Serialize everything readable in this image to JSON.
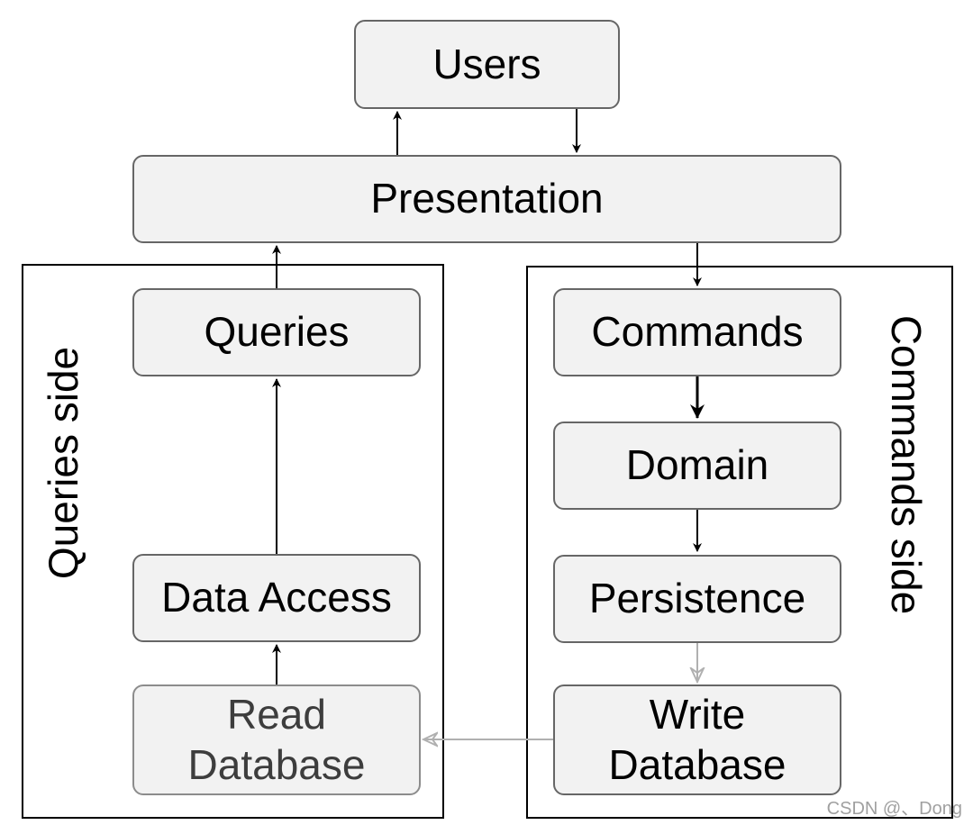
{
  "nodes": {
    "users": "Users",
    "presentation": "Presentation",
    "queries": "Queries",
    "data_access": "Data Access",
    "read_database": [
      "Read",
      "Database"
    ],
    "commands": "Commands",
    "domain": "Domain",
    "persistence": "Persistence",
    "write_database": [
      "Write",
      "Database"
    ]
  },
  "groups": {
    "queries_side": "Queries side",
    "commands_side": "Commands side"
  },
  "edges": [
    {
      "from": "presentation",
      "to": "users"
    },
    {
      "from": "users",
      "to": "presentation"
    },
    {
      "from": "queries",
      "to": "presentation"
    },
    {
      "from": "presentation",
      "to": "commands"
    },
    {
      "from": "data_access",
      "to": "queries"
    },
    {
      "from": "read_database",
      "to": "data_access"
    },
    {
      "from": "commands",
      "to": "domain"
    },
    {
      "from": "domain",
      "to": "persistence"
    },
    {
      "from": "persistence",
      "to": "write_database",
      "style": "faded"
    },
    {
      "from": "write_database",
      "to": "read_database",
      "style": "faded"
    }
  ],
  "colors": {
    "box_fill": "#f2f2f2",
    "box_border": "#666666",
    "arrow": "#000000",
    "faded_arrow": "#b0b0b0"
  },
  "watermark": "CSDN @、Dong"
}
